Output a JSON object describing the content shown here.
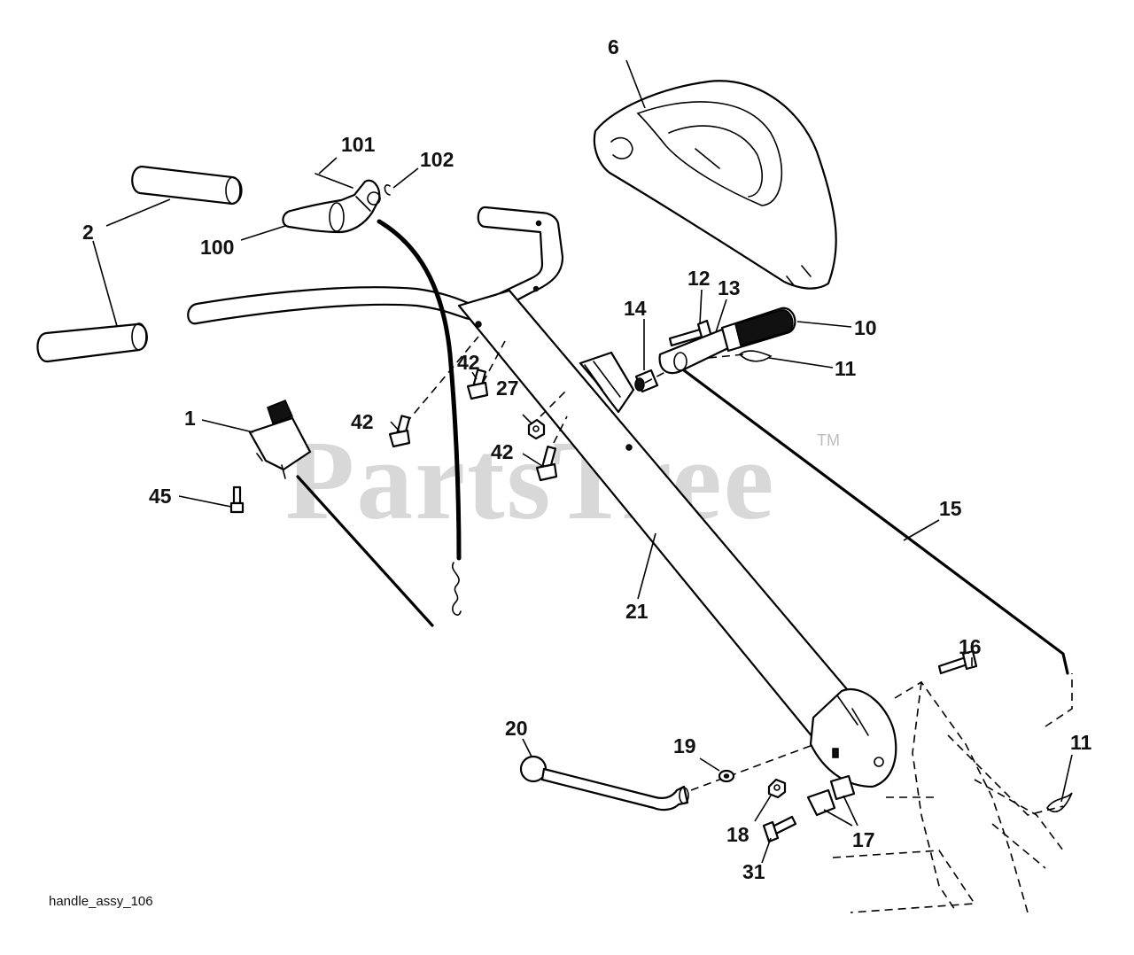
{
  "watermark": {
    "text": "PartsTree",
    "mark": "TM"
  },
  "caption": "handle_assy_106",
  "callouts": {
    "p1": "1",
    "p2": "2",
    "p6": "6",
    "p10": "10",
    "p11a": "11",
    "p11b": "11",
    "p12": "12",
    "p13": "13",
    "p14": "14",
    "p15": "15",
    "p16": "16",
    "p17": "17",
    "p18": "18",
    "p19": "19",
    "p20": "20",
    "p21": "21",
    "p27": "27",
    "p31": "31",
    "p42a": "42",
    "p42b": "42",
    "p42c": "42",
    "p45": "45",
    "p100": "100",
    "p101": "101",
    "p102": "102"
  }
}
